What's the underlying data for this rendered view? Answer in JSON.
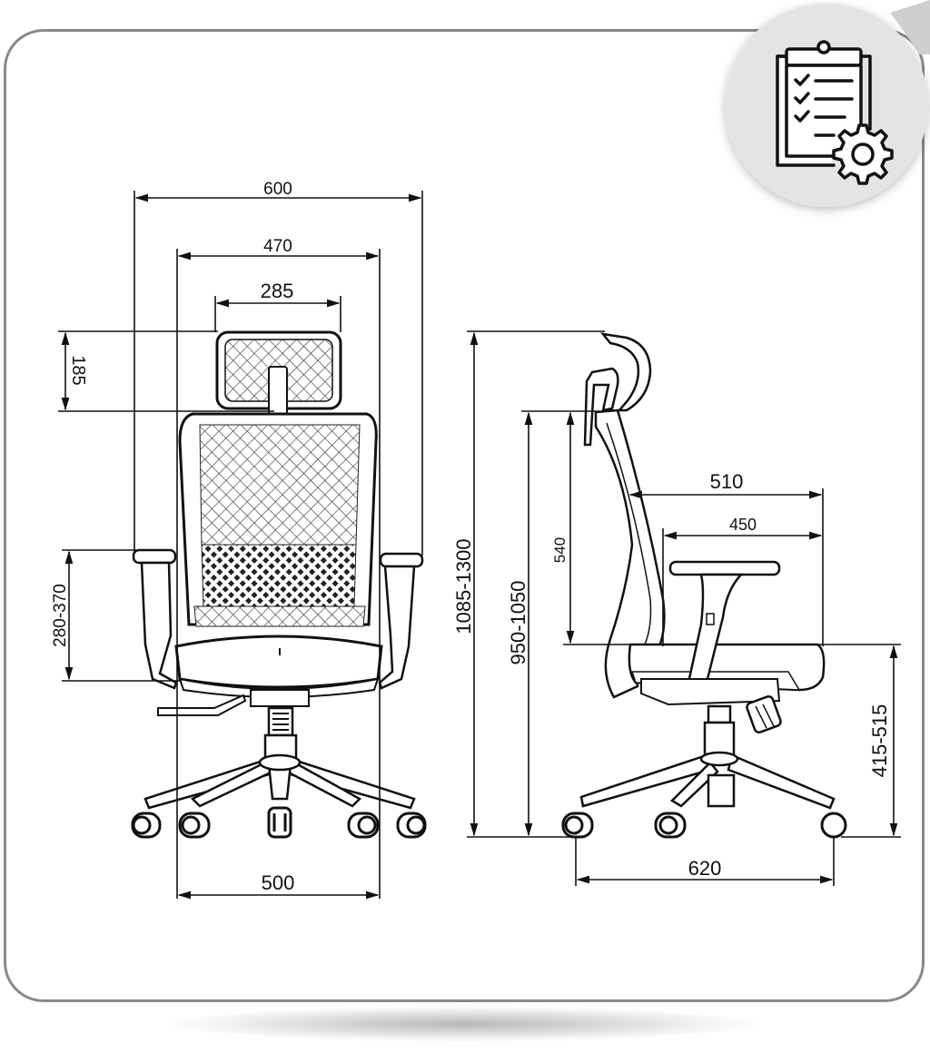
{
  "badge": {
    "icon": "spec-checklist-gear-icon",
    "color": "#e4e4e4"
  },
  "dimensions": {
    "front": {
      "overall_width": "600",
      "seat_frame_width": "470",
      "headrest_width": "285",
      "headrest_height": "185",
      "armrest_height": "280-370",
      "base_width": "500"
    },
    "side": {
      "total_height": "1085-1300",
      "backrest_height": "950-1050",
      "back_height": "540",
      "overall_depth": "510",
      "seat_depth": "450",
      "seat_height": "415-515",
      "base_depth": "620"
    }
  }
}
